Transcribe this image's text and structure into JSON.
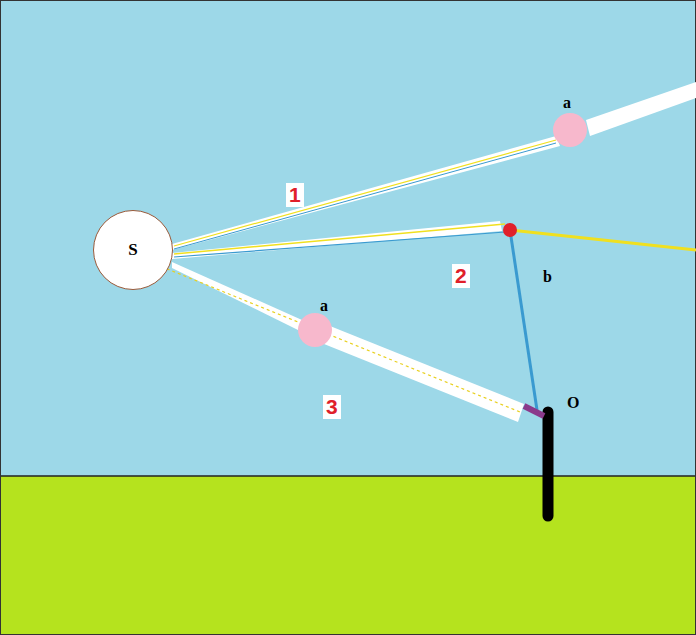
{
  "diagram": {
    "nodes": [
      {
        "text": [
          "S"
        ]
      }
    ],
    "labels": [
      "1",
      "a",
      "2",
      "b",
      "3",
      "a",
      "O"
    ]
  }
}
